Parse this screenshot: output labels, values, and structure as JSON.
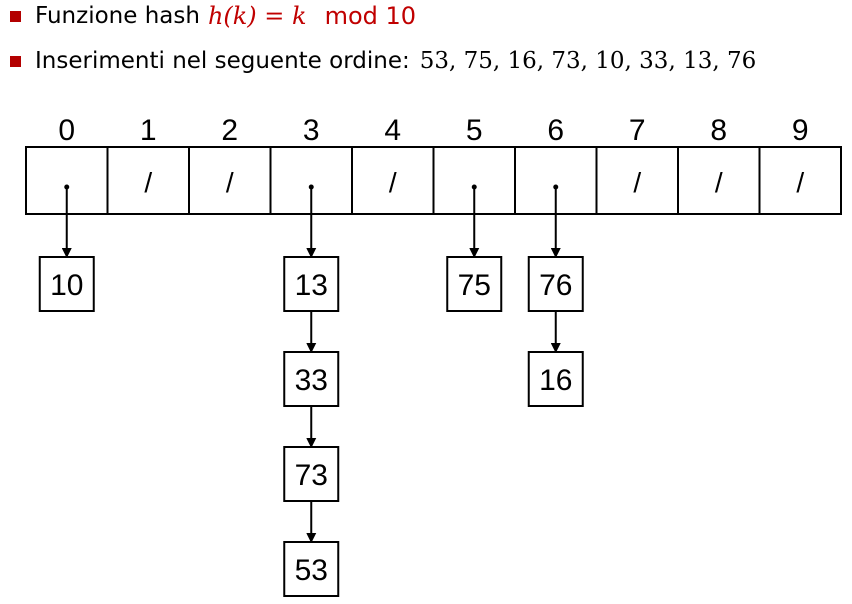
{
  "bullets": {
    "hash_label": "Funzione hash",
    "hash_formula_fn": "h(k) = k",
    "hash_formula_mod": "mod 10",
    "insert_label": "Inserimenti nel seguente ordine:",
    "insert_sequence": "53, 75, 16, 73, 10, 33, 13, 76"
  },
  "colors": {
    "accent": "#c00000",
    "bullet": "#b30000",
    "ink": "#000000"
  },
  "table": {
    "indices": [
      "0",
      "1",
      "2",
      "3",
      "4",
      "5",
      "6",
      "7",
      "8",
      "9"
    ],
    "nil_marker": "/",
    "slots": [
      {
        "index": "0",
        "chain": [
          "10"
        ]
      },
      {
        "index": "1",
        "chain": null
      },
      {
        "index": "2",
        "chain": null
      },
      {
        "index": "3",
        "chain": [
          "13",
          "33",
          "73",
          "53"
        ]
      },
      {
        "index": "4",
        "chain": null
      },
      {
        "index": "5",
        "chain": [
          "75"
        ]
      },
      {
        "index": "6",
        "chain": [
          "76",
          "16"
        ]
      },
      {
        "index": "7",
        "chain": null
      },
      {
        "index": "8",
        "chain": null
      },
      {
        "index": "9",
        "chain": null
      }
    ]
  }
}
